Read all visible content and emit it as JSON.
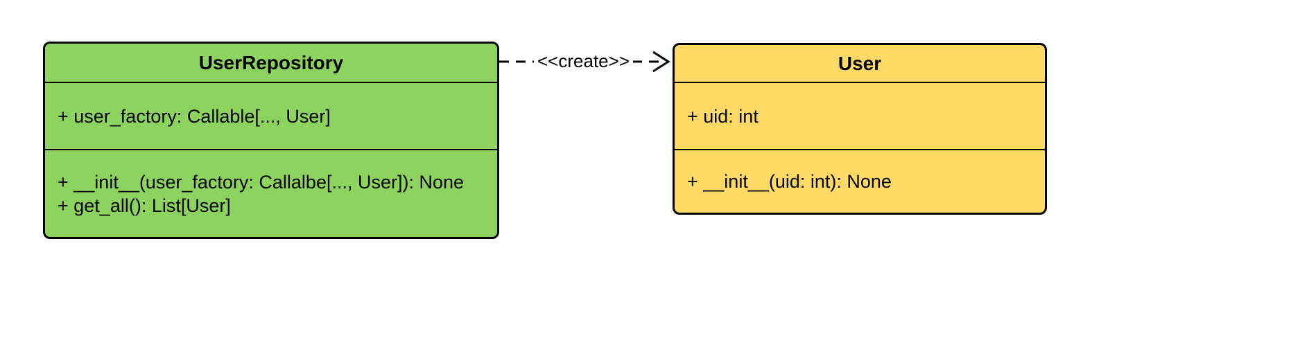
{
  "classes": [
    {
      "name": "UserRepository",
      "fill": "#8dd35f",
      "attributes": [
        "+ user_factory: Callable[..., User]"
      ],
      "methods": [
        "+ __init__(user_factory: Callalbe[..., User]): None",
        "+ get_all(): List[User]"
      ]
    },
    {
      "name": "User",
      "fill": "#ffd966",
      "attributes": [
        "+ uid: int"
      ],
      "methods": [
        "+ __init__(uid: int): None"
      ]
    }
  ],
  "relationship": {
    "from": "UserRepository",
    "to": "User",
    "label": "<<create>>",
    "style": "dashed-open-arrow"
  },
  "colors": {
    "background": "#ffffff",
    "border": "#000000",
    "userrepository_fill": "#8dd35f",
    "user_fill": "#ffd966"
  }
}
